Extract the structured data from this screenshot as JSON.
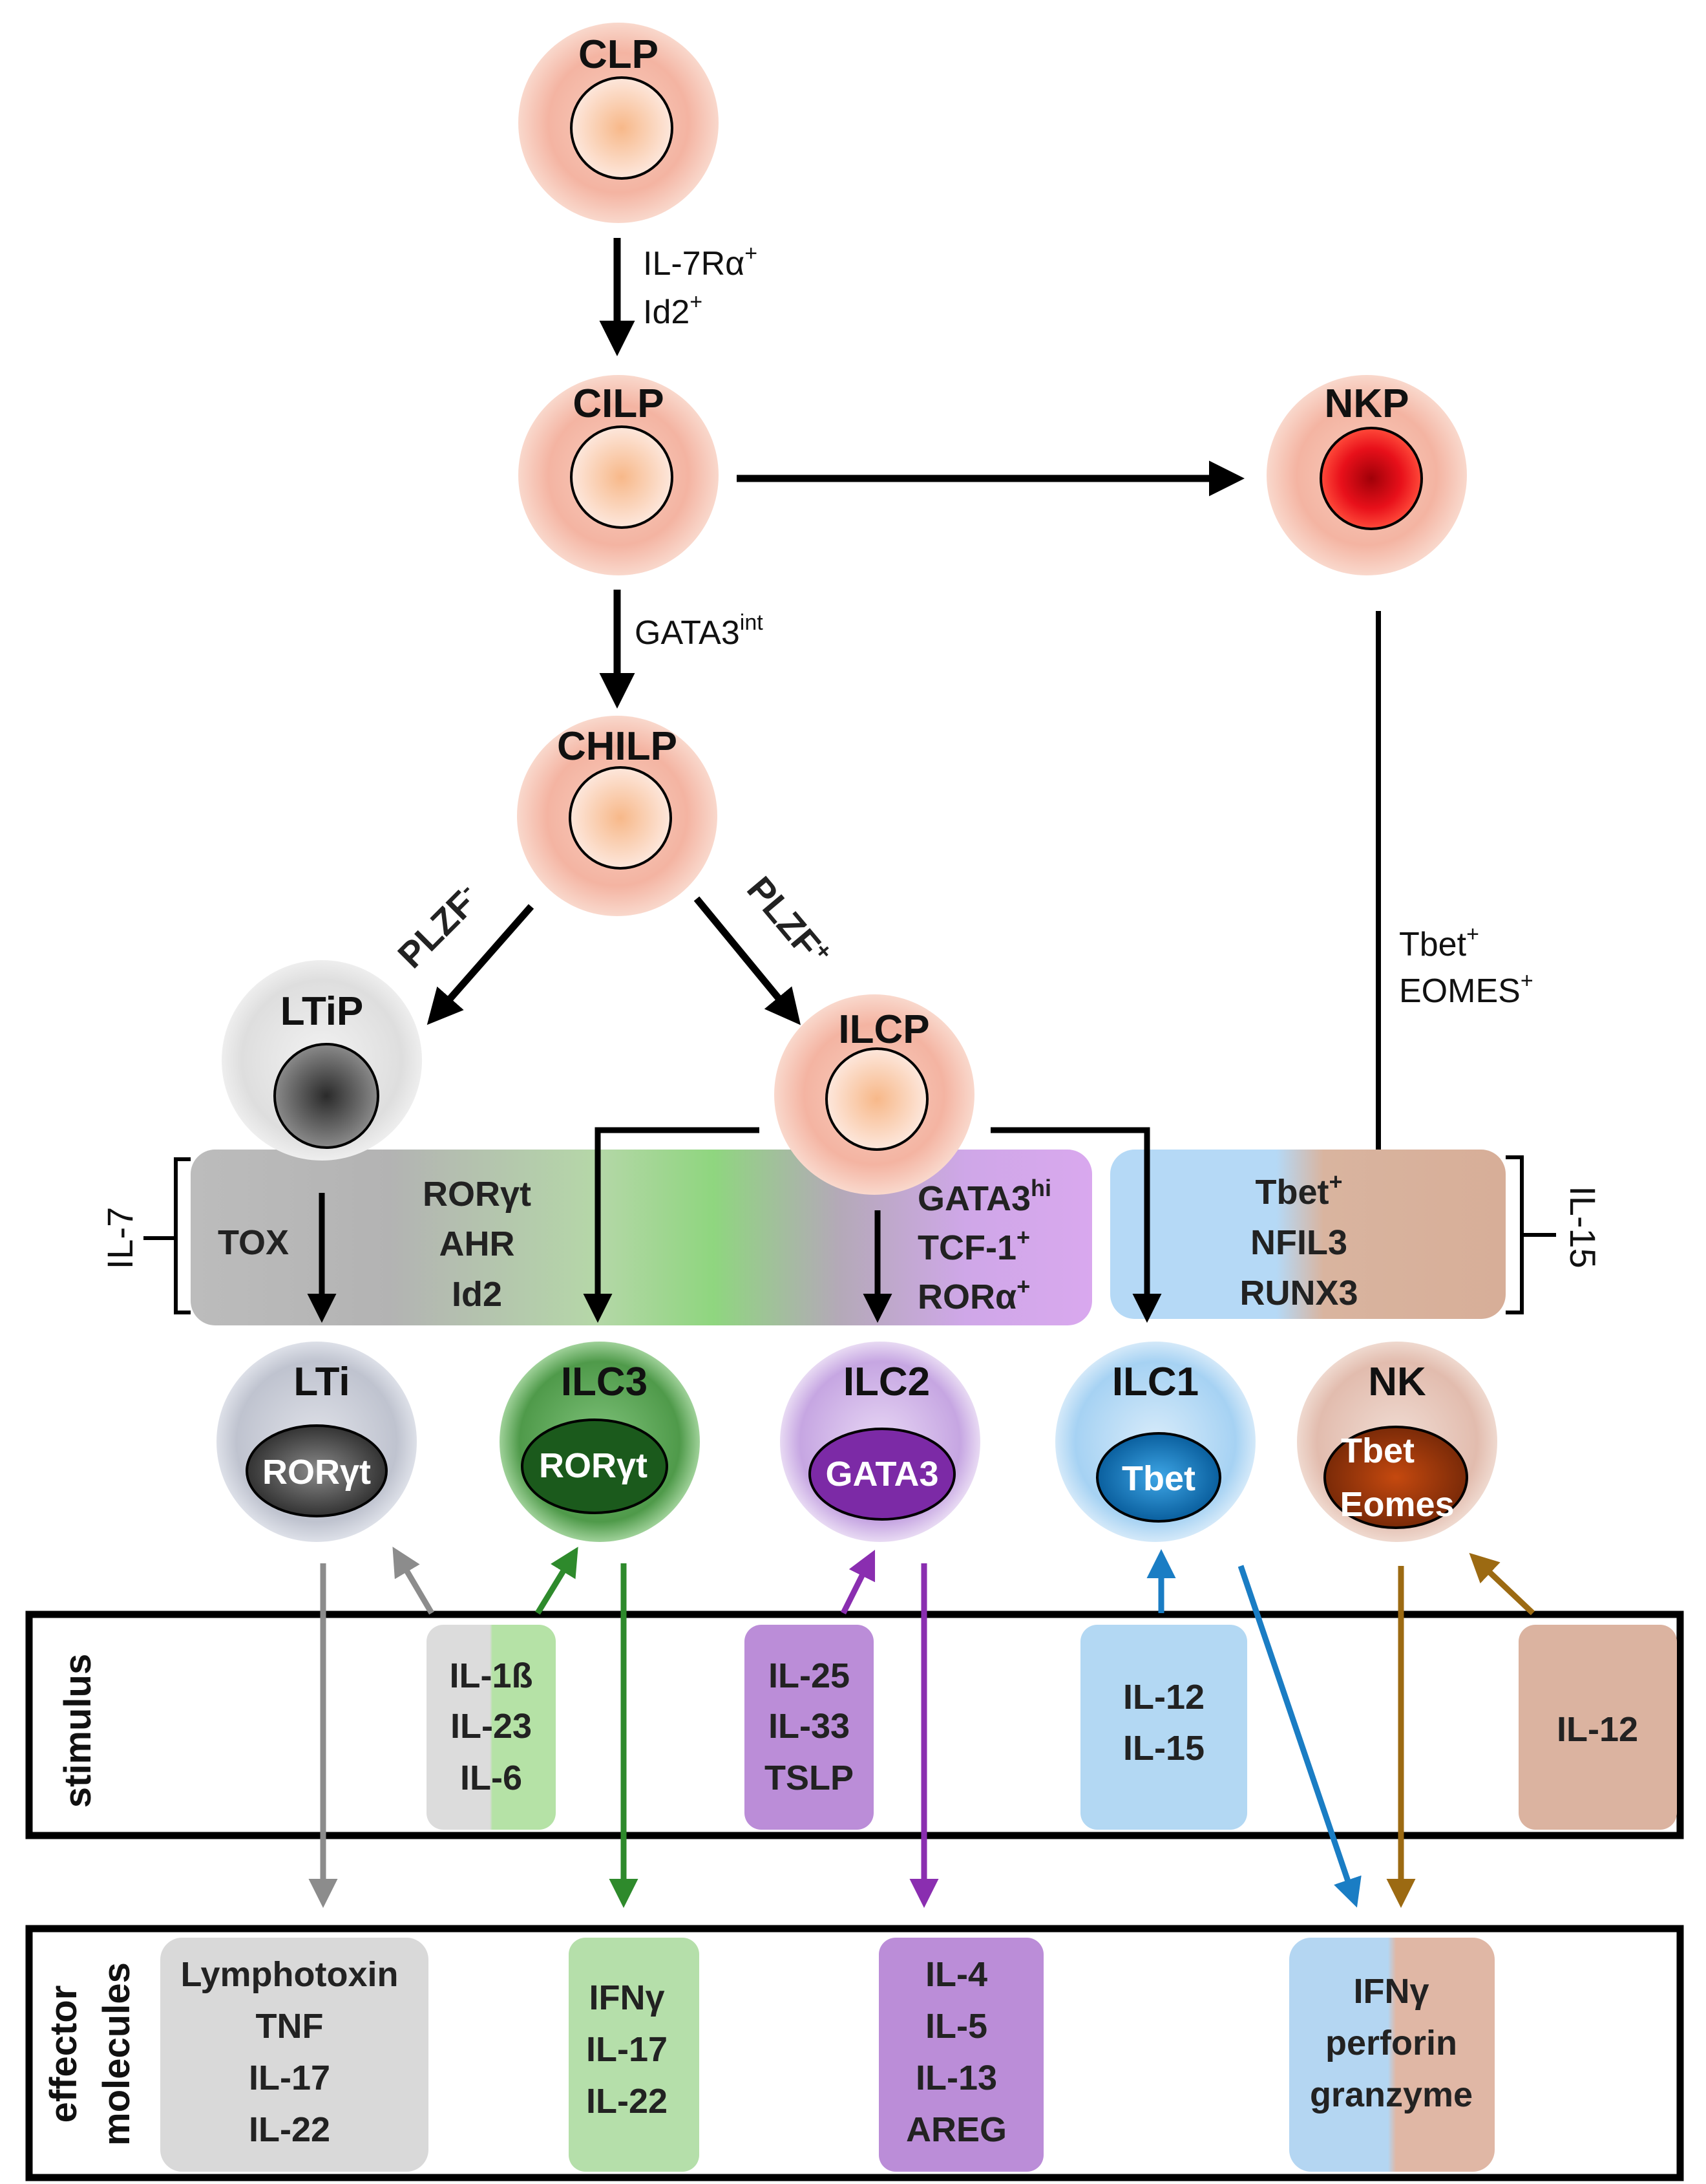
{
  "nodes": {
    "clp": "CLP",
    "cilp": "CILP",
    "nkp": "NKP",
    "chilp": "CHILP",
    "ltip": "LTiP",
    "ilcp": "ILCP",
    "lti": "LTi",
    "ilc3": "ILC3",
    "ilc2": "ILC2",
    "ilc1": "ILC1",
    "nk": "NK"
  },
  "nuclei": {
    "lti": "RORγt",
    "ilc3": "RORγt",
    "ilc2": "GATA3",
    "ilc1": "Tbet",
    "nk_line1": "Tbet",
    "nk_line2": "Eomes"
  },
  "edges": {
    "clp_cilp_1": "IL-7Rα",
    "clp_cilp_1_sup": "+",
    "clp_cilp_2": "Id2",
    "clp_cilp_2_sup": "+",
    "cilp_chilp": "GATA3",
    "cilp_chilp_sup": "int",
    "chilp_ltip": "PLZF",
    "chilp_ltip_sup": "-",
    "chilp_ilcp": "PLZF",
    "chilp_ilcp_sup": "+",
    "nkp_nk_1": "Tbet",
    "nkp_nk_1_sup": "+",
    "nkp_nk_2": "EOMES",
    "nkp_nk_2_sup": "+"
  },
  "factors": {
    "tox": "TOX",
    "ilc3": [
      "RORγt",
      "AHR",
      "Id2"
    ],
    "ilc2_1": "GATA3",
    "ilc2_1_sup": "hi",
    "ilc2_2": "TCF-1",
    "ilc2_2_sup": "+",
    "ilc2_3": "RORα",
    "ilc2_3_sup": "+",
    "group1_1": "Tbet",
    "group1_1_sup": "+",
    "group1_2": "NFIL3",
    "group1_3": "RUNX3"
  },
  "cytokines": {
    "left": "IL-7",
    "right": "IL-15"
  },
  "sections": {
    "stimulus": "stimulus",
    "effector_1": "effector",
    "effector_2": "molecules"
  },
  "stimulus": {
    "ilc3": [
      "IL-1ß",
      "IL-23",
      "IL-6"
    ],
    "ilc2": [
      "IL-25",
      "IL-33",
      "TSLP"
    ],
    "ilc1": [
      "IL-12",
      "IL-15"
    ],
    "nk": "IL-12"
  },
  "effectors": {
    "lti": [
      "Lymphotoxin",
      "TNF",
      "IL-17",
      "IL-22"
    ],
    "ilc3": [
      "IFNγ",
      "IL-17",
      "IL-22"
    ],
    "ilc2": [
      "IL-4",
      "IL-5",
      "IL-13",
      "AREG"
    ],
    "group1": [
      "IFNγ",
      "perforin",
      "granzyme"
    ]
  },
  "colors": {
    "progenitor": "#f4b4a2",
    "nkp_nucleus": "#e8101a",
    "lti": "#c9ccd6",
    "ilc3": "#4f9a4a",
    "ilc2": "#c6a6e2",
    "ilc1": "#a6d2f3",
    "nk": "#e2bcae",
    "grey_box": "#d9d9d9",
    "green_box": "#b5dfaa",
    "purple_box": "#bb8dd8",
    "blue_box": "#b3d8f3",
    "tan_box": "#dbb3a0",
    "arrow_grey": "#8c8c8c",
    "arrow_green": "#2e8a2c",
    "arrow_purple": "#8a2eb0",
    "arrow_blue": "#1a7dc4",
    "arrow_brown": "#9c6a12"
  }
}
